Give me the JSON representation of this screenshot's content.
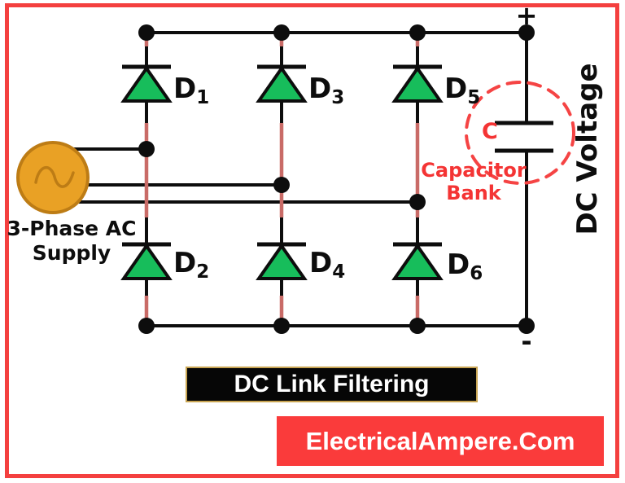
{
  "colors": {
    "frame": "#f4403f",
    "wire": "#0d0d0d",
    "trace": "#c96b67",
    "green": "#17bd5b",
    "src_fill": "#e9a125",
    "src_stroke": "#bd7c15",
    "cloud": "#f54444",
    "redtext": "#f43434",
    "banner_dark": "#060606",
    "banner_red": "#fa3b3b",
    "gold": "#c8a452"
  },
  "labels": {
    "source_line1": "3-Phase AC",
    "source_line2": "Supply",
    "plus": "+",
    "minus": "-",
    "cap": "C",
    "cap_bank_line1": "Capacitor",
    "cap_bank_line2": "Bank",
    "dc_voltage": "DC Voltage"
  },
  "diodes": [
    {
      "letter": "D",
      "sub": "1"
    },
    {
      "letter": "D",
      "sub": "3"
    },
    {
      "letter": "D",
      "sub": "5"
    },
    {
      "letter": "D",
      "sub": "2"
    },
    {
      "letter": "D",
      "sub": "4"
    },
    {
      "letter": "D",
      "sub": "6"
    }
  ],
  "banners": {
    "title": "DC Link Filtering",
    "website": "ElectricalAmpere.Com"
  }
}
